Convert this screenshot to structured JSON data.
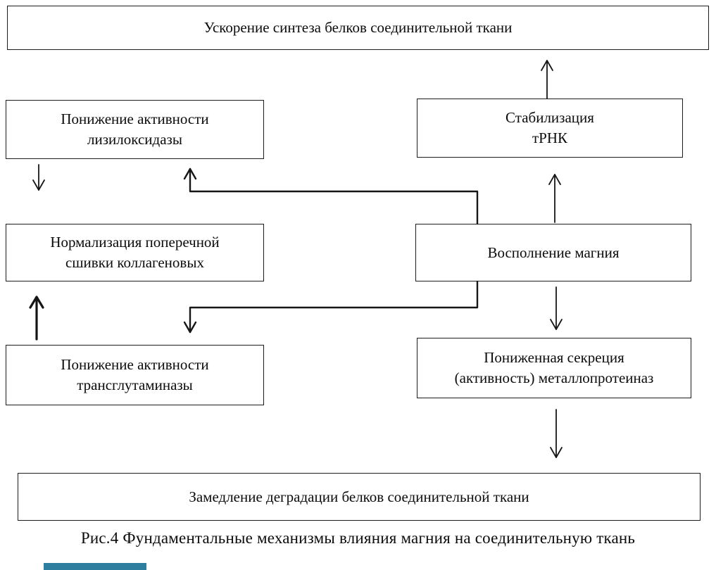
{
  "figure": {
    "caption": "Рис.4 Фундаментальные механизмы влияния магния на соединительную ткань"
  },
  "boxes": {
    "synthesis": {
      "label": "Ускорение синтеза белков соединительной ткани"
    },
    "lysyl_oxidase": {
      "line1": "Понижение активности",
      "line2": "лизилоксидазы"
    },
    "trna": {
      "line1": "Стабилизация",
      "line2": "тРНК"
    },
    "crosslinking": {
      "line1": "Нормализация поперечной",
      "line2": "сшивки коллагеновых"
    },
    "magnesium": {
      "label": "Восполнение магния"
    },
    "transglutaminase": {
      "line1": "Понижение активности",
      "line2": "трансглутаминазы"
    },
    "metalloproteinases": {
      "line1": "Пониженная секреция",
      "line2": "(активность) металлопротеиназ"
    },
    "degradation": {
      "label": "Замедление деградации белков соединительной ткани"
    }
  },
  "colors": {
    "background": "#ffffff",
    "box_border": "#1c1c1c",
    "arrow": "#161616",
    "accent_bar": "#2e7f9f"
  }
}
